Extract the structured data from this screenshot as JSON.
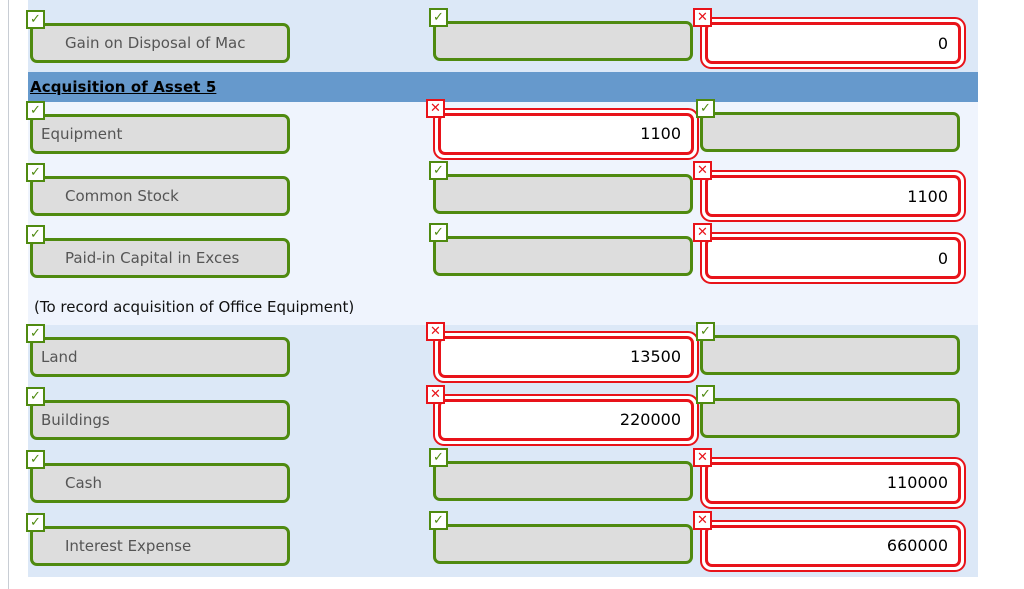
{
  "icons": {
    "correct": "✓",
    "incorrect": "✕"
  },
  "colors": {
    "section_header_bg": "#6699cc",
    "row_bg_light": "#eff4fd",
    "row_bg_mid": "#dce8f7",
    "correct_border": "#4f8a10",
    "incorrect_border": "#e8131a",
    "disabled_fill": "#dddddd"
  },
  "journal": {
    "clipped_top_row": {
      "account": "",
      "debit": "",
      "credit": ""
    },
    "pre_section_row": {
      "account": "Gain on Disposal of Mac",
      "account_status": "correct",
      "account_indent": true,
      "debit": "",
      "debit_status": "correct",
      "credit": "0",
      "credit_status": "incorrect"
    },
    "section_header": "Acquisition of Asset 5",
    "entries_block_1": [
      {
        "account": "Equipment",
        "account_status": "correct",
        "indent": false,
        "debit": "1100",
        "debit_status": "incorrect",
        "credit": "",
        "credit_status": "correct"
      },
      {
        "account": "Common Stock",
        "account_status": "correct",
        "indent": true,
        "debit": "",
        "debit_status": "correct",
        "credit": "1100",
        "credit_status": "incorrect"
      },
      {
        "account": "Paid-in Capital in Exces",
        "account_status": "correct",
        "indent": true,
        "debit": "",
        "debit_status": "correct",
        "credit": "0",
        "credit_status": "incorrect"
      }
    ],
    "narration": "(To record acquisition of Office Equipment)",
    "entries_block_2": [
      {
        "account": "Land",
        "account_status": "correct",
        "indent": false,
        "debit": "13500",
        "debit_status": "incorrect",
        "credit": "",
        "credit_status": "correct"
      },
      {
        "account": "Buildings",
        "account_status": "correct",
        "indent": false,
        "debit": "220000",
        "debit_status": "incorrect",
        "credit": "",
        "credit_status": "correct"
      },
      {
        "account": "Cash",
        "account_status": "correct",
        "indent": true,
        "debit": "",
        "debit_status": "correct",
        "credit": "110000",
        "credit_status": "incorrect"
      },
      {
        "account": "Interest Expense",
        "account_status": "correct",
        "indent": true,
        "debit": "",
        "debit_status": "correct",
        "credit": "660000",
        "credit_status": "incorrect"
      }
    ]
  }
}
